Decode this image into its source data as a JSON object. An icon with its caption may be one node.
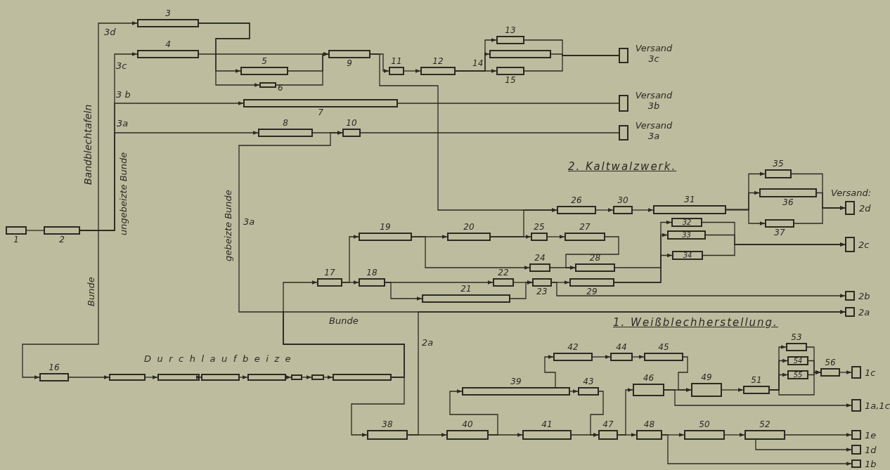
{
  "diagram": {
    "nodes": [
      {
        "text": [
          "1"
        ]
      },
      {
        "text": [
          "2"
        ]
      },
      {
        "text": [
          "3"
        ]
      },
      {
        "text": [
          "4"
        ]
      },
      {
        "text": [
          "5"
        ]
      },
      {
        "text": [
          "6"
        ]
      },
      {
        "text": [
          "7"
        ]
      },
      {
        "text": [
          "8"
        ]
      },
      {
        "text": [
          "10"
        ]
      },
      {
        "text": [
          "9"
        ]
      },
      {
        "text": [
          "11"
        ]
      },
      {
        "text": [
          "12"
        ]
      },
      {
        "text": [
          "13"
        ]
      },
      {
        "text": [
          "14"
        ]
      },
      {
        "text": [
          "15"
        ]
      },
      {
        "text": [
          "Versand 3c"
        ]
      },
      {
        "text": [
          "Versand 3b"
        ]
      },
      {
        "text": [
          "Versand 3a"
        ]
      },
      {
        "text": [
          "16"
        ]
      },
      {
        "text": [],
        "shape": "box"
      },
      {
        "text": [],
        "shape": "box"
      },
      {
        "text": [],
        "shape": "box"
      },
      {
        "text": [],
        "shape": "box"
      },
      {
        "text": [],
        "shape": "box"
      },
      {
        "text": [],
        "shape": "box"
      },
      {
        "text": [],
        "shape": "box"
      },
      {
        "text": [
          "17"
        ]
      },
      {
        "text": [
          "18"
        ]
      },
      {
        "text": [
          "19"
        ]
      },
      {
        "text": [
          "20"
        ]
      },
      {
        "text": [
          "21"
        ]
      },
      {
        "text": [
          "22"
        ]
      },
      {
        "text": [
          "23"
        ]
      },
      {
        "text": [
          "24"
        ]
      },
      {
        "text": [
          "25"
        ]
      },
      {
        "text": [
          "26"
        ]
      },
      {
        "text": [
          "27"
        ]
      },
      {
        "text": [
          "28"
        ]
      },
      {
        "text": [
          "29"
        ]
      },
      {
        "text": [
          "30"
        ]
      },
      {
        "text": [
          "31"
        ]
      },
      {
        "text": [
          "32"
        ]
      },
      {
        "text": [
          "33"
        ]
      },
      {
        "text": [
          "34"
        ]
      },
      {
        "text": [
          "35"
        ]
      },
      {
        "text": [
          "36"
        ]
      },
      {
        "text": [
          "37"
        ]
      },
      {
        "text": [
          "Versand:",
          "2d"
        ]
      },
      {
        "text": [
          "2c"
        ]
      },
      {
        "text": [
          "2b"
        ]
      },
      {
        "text": [
          "2a"
        ]
      },
      {
        "text": [
          "38"
        ]
      },
      {
        "text": [
          "39"
        ]
      },
      {
        "text": [
          "40"
        ]
      },
      {
        "text": [
          "41"
        ]
      },
      {
        "text": [
          "42"
        ]
      },
      {
        "text": [
          "43"
        ]
      },
      {
        "text": [
          "44"
        ]
      },
      {
        "text": [
          "45"
        ]
      },
      {
        "text": [
          "46"
        ]
      },
      {
        "text": [
          "47"
        ]
      },
      {
        "text": [
          "48"
        ]
      },
      {
        "text": [
          "49"
        ]
      },
      {
        "text": [
          "50"
        ]
      },
      {
        "text": [
          "51"
        ]
      },
      {
        "text": [
          "52"
        ]
      },
      {
        "text": [
          "53"
        ]
      },
      {
        "text": [
          "54"
        ]
      },
      {
        "text": [
          "55"
        ]
      },
      {
        "text": [
          "56"
        ]
      },
      {
        "text": [
          "1c"
        ]
      },
      {
        "text": [
          "1a,1c"
        ]
      },
      {
        "text": [
          "1e"
        ]
      },
      {
        "text": [
          "1d"
        ]
      },
      {
        "text": [
          "1b"
        ]
      }
    ],
    "edges": [
      {
        "from": 0,
        "to": 1,
        "arrow": "none"
      },
      {
        "from": 1,
        "to": 2,
        "arrow": "to"
      },
      {
        "from": 1,
        "to": 3,
        "arrow": "to"
      },
      {
        "from": 1,
        "to": 6,
        "arrow": "to"
      },
      {
        "from": 1,
        "to": 7,
        "arrow": "to"
      },
      {
        "from": 1,
        "to": 18,
        "arrow": "to"
      },
      {
        "from": 2,
        "to": 4,
        "arrow": "to"
      },
      {
        "from": 2,
        "to": 5,
        "arrow": "to"
      },
      {
        "from": 3,
        "to": 9,
        "arrow": "to"
      },
      {
        "from": 4,
        "to": 9,
        "arrow": "to"
      },
      {
        "from": 5,
        "to": 9,
        "arrow": "to"
      },
      {
        "from": 9,
        "to": 10,
        "arrow": "to"
      },
      {
        "from": 10,
        "to": 11,
        "arrow": "to"
      },
      {
        "from": 11,
        "to": 12,
        "arrow": "to"
      },
      {
        "from": 11,
        "to": 13,
        "arrow": "to"
      },
      {
        "from": 11,
        "to": 14,
        "arrow": "to"
      },
      {
        "from": 12,
        "to": 15,
        "arrow": "none"
      },
      {
        "from": 13,
        "to": 15,
        "arrow": "none"
      },
      {
        "from": 14,
        "to": 15,
        "arrow": "none"
      },
      {
        "from": 9,
        "to": 35,
        "arrow": "to"
      },
      {
        "from": 6,
        "to": 16,
        "arrow": "none"
      },
      {
        "from": 7,
        "to": 8,
        "arrow": "to"
      },
      {
        "from": 8,
        "to": 17,
        "arrow": "none"
      },
      {
        "from": 25,
        "to": 8,
        "arrow": "to"
      },
      {
        "from": 25,
        "to": 26,
        "arrow": "to"
      },
      {
        "from": 25,
        "to": 50,
        "arrow": "to"
      },
      {
        "from": 25,
        "to": 51,
        "arrow": "to"
      },
      {
        "from": 51,
        "to": 50,
        "arrow": "to"
      },
      {
        "from": 18,
        "to": 19,
        "arrow": "to"
      },
      {
        "from": 19,
        "to": 20,
        "arrow": "to"
      },
      {
        "from": 20,
        "to": 21,
        "arrow": "to"
      },
      {
        "from": 21,
        "to": 22,
        "arrow": "to"
      },
      {
        "from": 22,
        "to": 23,
        "arrow": "to"
      },
      {
        "from": 23,
        "to": 24,
        "arrow": "to"
      },
      {
        "from": 24,
        "to": 25,
        "arrow": "to"
      },
      {
        "from": 26,
        "to": 27,
        "arrow": "to"
      },
      {
        "from": 26,
        "to": 28,
        "arrow": "to"
      },
      {
        "from": 27,
        "to": 31,
        "arrow": "to"
      },
      {
        "from": 27,
        "to": 30,
        "arrow": "to"
      },
      {
        "from": 30,
        "to": 32,
        "arrow": "to"
      },
      {
        "from": 31,
        "to": 32,
        "arrow": "to"
      },
      {
        "from": 28,
        "to": 29,
        "arrow": "to"
      },
      {
        "from": 28,
        "to": 33,
        "arrow": "to"
      },
      {
        "from": 29,
        "to": 34,
        "arrow": "to"
      },
      {
        "from": 34,
        "to": 36,
        "arrow": "to"
      },
      {
        "from": 36,
        "to": 37,
        "arrow": "to"
      },
      {
        "from": 33,
        "to": 37,
        "arrow": "to"
      },
      {
        "from": 32,
        "to": 38,
        "arrow": "to"
      },
      {
        "from": 29,
        "to": 35,
        "arrow": "to"
      },
      {
        "from": 35,
        "to": 39,
        "arrow": "to"
      },
      {
        "from": 39,
        "to": 40,
        "arrow": "to"
      },
      {
        "from": 40,
        "to": 44,
        "arrow": "to"
      },
      {
        "from": 40,
        "to": 45,
        "arrow": "to"
      },
      {
        "from": 40,
        "to": 46,
        "arrow": "to"
      },
      {
        "from": 44,
        "to": 47,
        "arrow": "to"
      },
      {
        "from": 45,
        "to": 47,
        "arrow": "to"
      },
      {
        "from": 46,
        "to": 47,
        "arrow": "to"
      },
      {
        "from": 38,
        "to": 41,
        "arrow": "to"
      },
      {
        "from": 38,
        "to": 42,
        "arrow": "to"
      },
      {
        "from": 37,
        "to": 43,
        "arrow": "to"
      },
      {
        "from": 41,
        "to": 48,
        "arrow": "to"
      },
      {
        "from": 42,
        "to": 48,
        "arrow": "to"
      },
      {
        "from": 43,
        "to": 48,
        "arrow": "to"
      },
      {
        "from": 32,
        "to": 49,
        "arrow": "to"
      },
      {
        "from": 51,
        "to": 53,
        "arrow": "to"
      },
      {
        "from": 53,
        "to": 52,
        "arrow": "to"
      },
      {
        "from": 53,
        "to": 54,
        "arrow": "to"
      },
      {
        "from": 52,
        "to": 56,
        "arrow": "to"
      },
      {
        "from": 52,
        "to": 55,
        "arrow": "to"
      },
      {
        "from": 55,
        "to": 57,
        "arrow": "to"
      },
      {
        "from": 57,
        "to": 58,
        "arrow": "to"
      },
      {
        "from": 58,
        "to": 62,
        "arrow": "to"
      },
      {
        "from": 56,
        "to": 60,
        "arrow": "to"
      },
      {
        "from": 54,
        "to": 60,
        "arrow": "to"
      },
      {
        "from": 60,
        "to": 59,
        "arrow": "to"
      },
      {
        "from": 60,
        "to": 61,
        "arrow": "to"
      },
      {
        "from": 59,
        "to": 62,
        "arrow": "to"
      },
      {
        "from": 59,
        "to": 71,
        "arrow": "to"
      },
      {
        "from": 62,
        "to": 64,
        "arrow": "to"
      },
      {
        "from": 64,
        "to": 66,
        "arrow": "to"
      },
      {
        "from": 64,
        "to": 67,
        "arrow": "to"
      },
      {
        "from": 64,
        "to": 68,
        "arrow": "to"
      },
      {
        "from": 64,
        "to": 69,
        "arrow": "to"
      },
      {
        "from": 66,
        "to": 69,
        "arrow": "to"
      },
      {
        "from": 67,
        "to": 69,
        "arrow": "to"
      },
      {
        "from": 68,
        "to": 69,
        "arrow": "to"
      },
      {
        "from": 69,
        "to": 70,
        "arrow": "to"
      },
      {
        "from": 61,
        "to": 63,
        "arrow": "to"
      },
      {
        "from": 61,
        "to": 74,
        "arrow": "to"
      },
      {
        "from": 63,
        "to": 65,
        "arrow": "to"
      },
      {
        "from": 65,
        "to": 72,
        "arrow": "to"
      },
      {
        "from": 65,
        "to": 73,
        "arrow": "to"
      }
    ],
    "labels": [
      "Bandblechtafeln",
      "3d",
      "3c",
      "3 b",
      "3a",
      "ungebeizte Bunde",
      "gebeizte Bunde",
      "3a",
      "Bunde",
      "2. Kaltwalzwerk.",
      "Bunde",
      "Durchlaufbeize",
      "2a",
      "1. Weißblechherstellung."
    ]
  }
}
